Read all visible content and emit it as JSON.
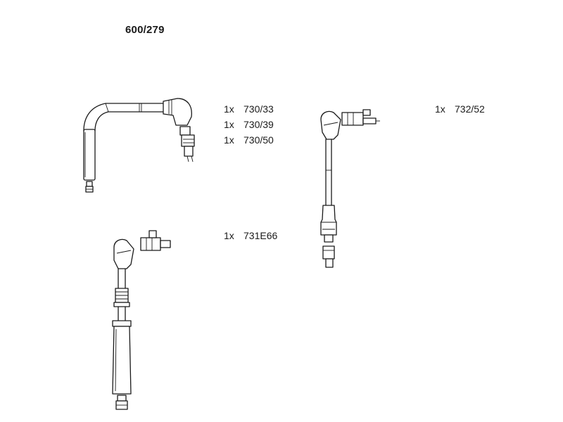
{
  "title": "600/279",
  "groups": [
    {
      "items": [
        {
          "qty": "1x",
          "part": "730/33"
        },
        {
          "qty": "1x",
          "part": "730/39"
        },
        {
          "qty": "1x",
          "part": "730/50"
        }
      ]
    },
    {
      "items": [
        {
          "qty": "1x",
          "part": "732/52"
        }
      ]
    },
    {
      "items": [
        {
          "qty": "1x",
          "part": "731E66"
        }
      ]
    }
  ],
  "colors": {
    "line": "#1a1a1a",
    "background": "#ffffff"
  }
}
